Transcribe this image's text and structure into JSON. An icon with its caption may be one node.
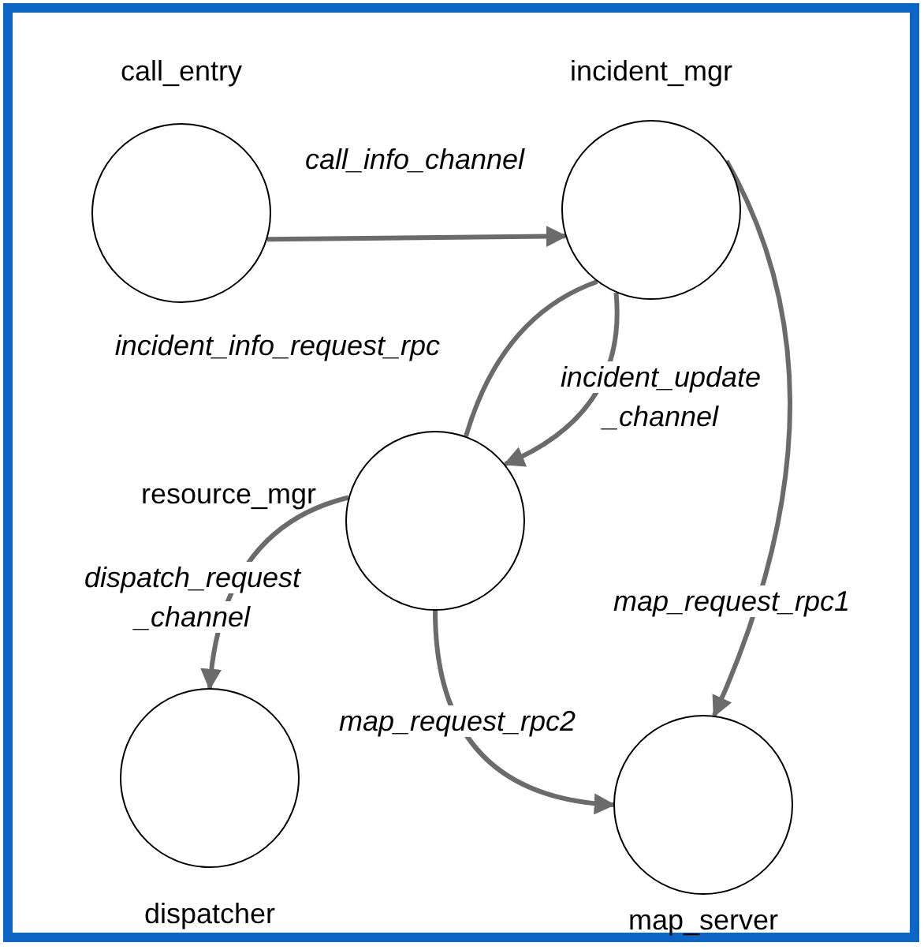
{
  "diagram": {
    "nodes": [
      {
        "text": [
          "call_entry"
        ]
      },
      {
        "text": [
          "incident_mgr"
        ]
      },
      {
        "text": [
          "resource_mgr"
        ]
      },
      {
        "text": [
          "dispatcher"
        ]
      },
      {
        "text": [
          "map_server"
        ]
      }
    ],
    "edges": [
      {
        "from": 0,
        "to": 1,
        "arrow": "to",
        "label": "call_info_channel"
      },
      {
        "from": 2,
        "to": 1,
        "arrow": "none",
        "label": "incident_info_request_rpc"
      },
      {
        "from": 1,
        "to": 2,
        "arrow": "to",
        "label": "incident_update _channel"
      },
      {
        "from": 1,
        "to": 4,
        "arrow": "to",
        "label": "map_request_rpc1"
      },
      {
        "from": 2,
        "to": 3,
        "arrow": "to",
        "label": "dispatch_request _channel"
      },
      {
        "from": 2,
        "to": 4,
        "arrow": "to",
        "label": "map_request_rpc2"
      }
    ]
  }
}
